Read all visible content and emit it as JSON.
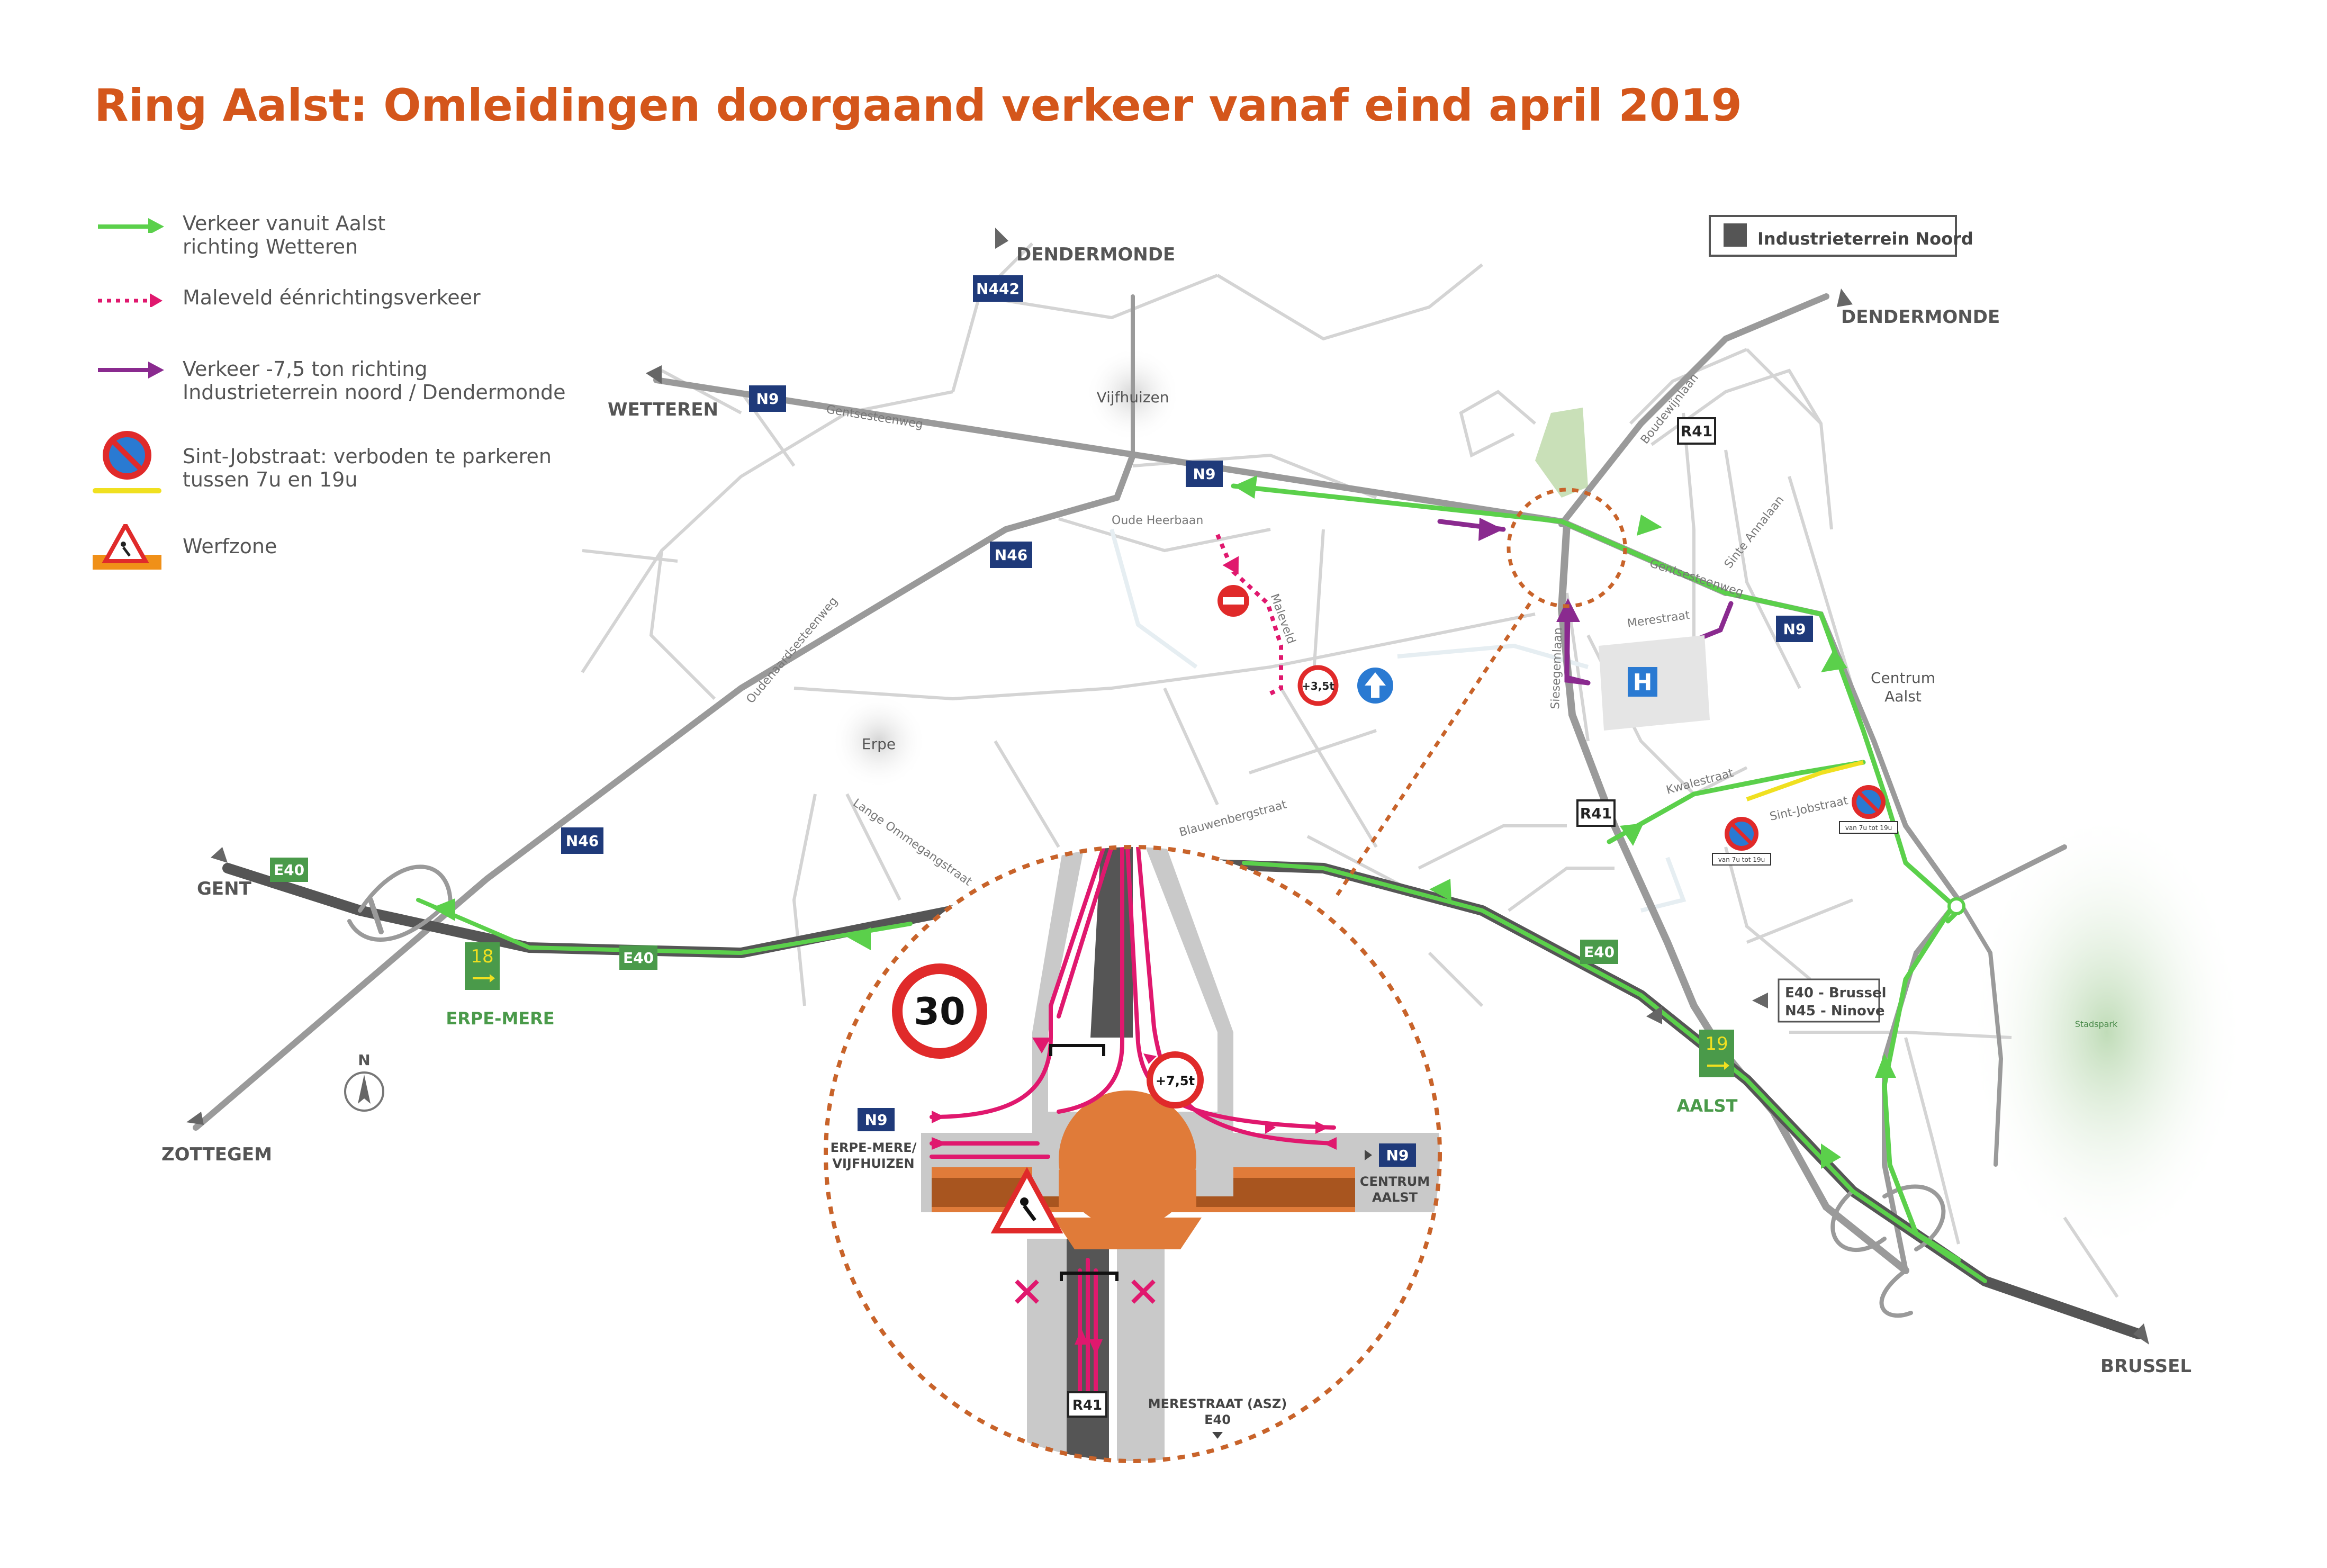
{
  "title": "Ring Aalst: Omleidingen doorgaand verkeer vanaf eind april 2019",
  "legend": [
    {
      "symbol": "green-arrow-icon",
      "text": "Verkeer vanuit Aalst\nrichting Wetteren"
    },
    {
      "symbol": "dotted-pink-arrow-icon",
      "text": "Maleveld éénrichtingsverkeer"
    },
    {
      "symbol": "purple-arrow-icon",
      "text": "Verkeer -7,5 ton richting\nIndustrieterrein noord / Dendermonde"
    },
    {
      "symbol": "no-parking-icon",
      "text": "Sint-Jobstraat: verboden te parkeren\ntussen 7u en 19u"
    },
    {
      "symbol": "roadworks-icon",
      "text": "Werfzone"
    }
  ],
  "industrieterrein": "Industrieterrein Noord",
  "places": {
    "dendermonde_top": "DENDERMONDE",
    "dendermonde_right": "DENDERMONDE",
    "wetteren": "WETTEREN",
    "gent": "GENT",
    "zottegem": "ZOTTEGEM",
    "brussel": "BRUSSEL",
    "vijfhuizen": "Vijfhuizen",
    "erpe": "Erpe",
    "centrum_aalst": "Centrum\nAalst",
    "stadspark": "Stadspark",
    "erpe_mere": "ERPE-MERE",
    "aalst": "AALST",
    "north": "N"
  },
  "shields": {
    "n442": "N442",
    "n9_a": "N9",
    "n9_b": "N9",
    "n9_c": "N9",
    "n46_a": "N46",
    "n46_b": "N46",
    "r41_a": "R41",
    "r41_b": "R41",
    "e40_a": "E40",
    "e40_b": "E40",
    "e40_c": "E40",
    "exit18": "18",
    "exit19": "19"
  },
  "streets": {
    "gentsesteenweg_w": "Gentsesteenweg",
    "gentsesteenweg_e": "Gentsesteenweg",
    "oude_heerbaan": "Oude Heerbaan",
    "maleveld": "Maleveld",
    "oudenaardsesteenweg": "Oudenaardsesteenweg",
    "lange_ommegangstraat": "Lange Ommegangstraat",
    "blauwenbergstraat": "Blauwenbergstraat",
    "boudewijnlaan": "Boudewijnlaan",
    "sinte_annalaan": "Sinte Annalaan",
    "merestraat": "Merestraat",
    "siesegemlaan": "Siesegemlaan",
    "kwalestraat": "Kwalestraat",
    "sint_jobstraat": "Sint-Jobstraat"
  },
  "signs": {
    "weight_35": "+3,5t",
    "weight_75": "+7,5t",
    "speed_limit": "30",
    "hospital": "H",
    "parking_time_a": "van 7u tot 19u",
    "parking_time_b": "van 7u tot 19u",
    "exit_box": "E40 - Brussel\nN45 - Ninove"
  },
  "inset": {
    "n9_left": "N9",
    "n9_right": "N9",
    "r41": "R41",
    "left_label": "ERPE-MERE/\nVIJFHUIZEN",
    "right_label": "CENTRUM\nAALST",
    "bottom_label": "MERESTRAAT (ASZ)\nE40"
  },
  "colors": {
    "title": "#d4561b",
    "green": "#5bd04b",
    "purple": "#8a2a8f",
    "pink": "#e0186e",
    "road_grey": "#9a9a9a",
    "shield_blue": "#1f3a7a",
    "shield_green": "#4a9a4a",
    "orange_dash": "#c8632a",
    "work_orange": "#e07b39"
  }
}
